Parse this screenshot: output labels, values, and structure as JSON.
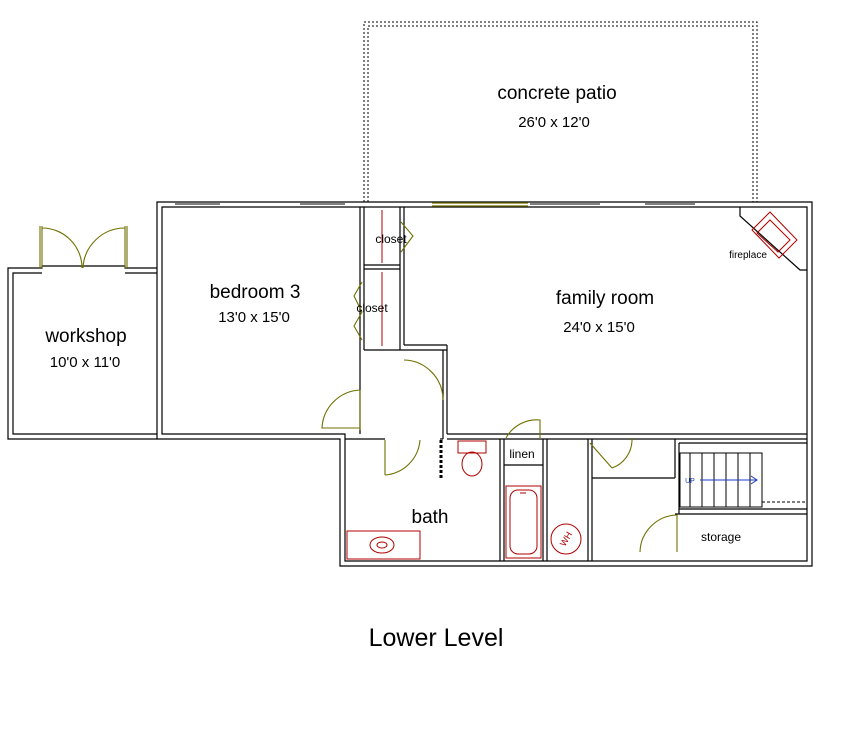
{
  "title": "Lower Level",
  "rooms": {
    "patio": {
      "name": "concrete patio",
      "dims": "26'0 x 12'0"
    },
    "bedroom": {
      "name": "bedroom 3",
      "dims": "13'0 x 15'0"
    },
    "workshop": {
      "name": "workshop",
      "dims": "10'0 x 11'0"
    },
    "family": {
      "name": "family room",
      "dims": "24'0 x 15'0"
    },
    "bath": {
      "name": "bath"
    },
    "storage": {
      "name": "storage"
    }
  },
  "labels": {
    "closet_top": "closet",
    "closet_mid": "closet",
    "fireplace": "fireplace",
    "linen": "linen",
    "stair_up": "UP",
    "water_heater": "WH"
  }
}
